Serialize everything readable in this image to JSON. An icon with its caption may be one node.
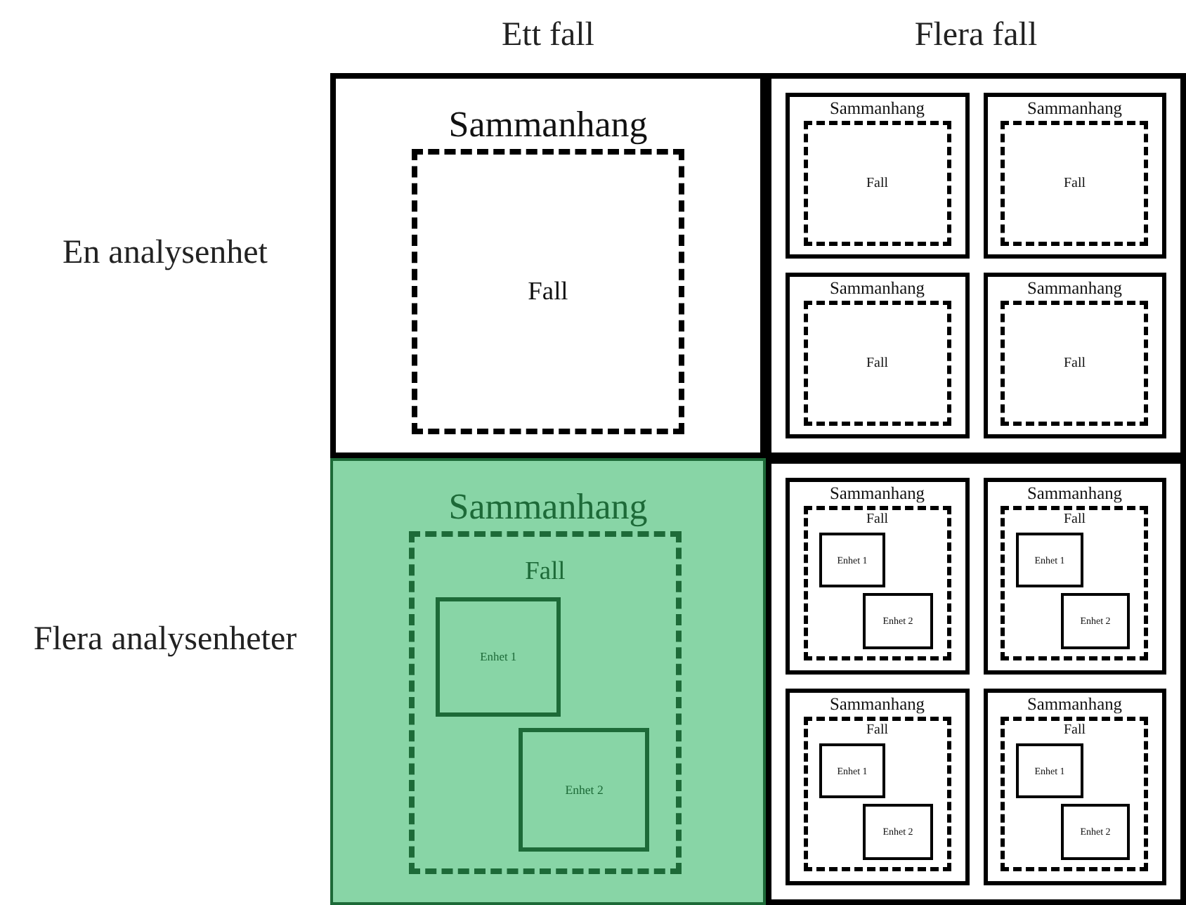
{
  "diagram": {
    "nodes": [
      {
        "text": [
          "Sammanhang"
        ]
      },
      {
        "text": [
          "Fall"
        ],
        "in": 0
      },
      {
        "text": [],
        "shape": "box"
      },
      {
        "text": [
          "Sammanhang"
        ],
        "in": 2
      },
      {
        "text": [
          "Fall"
        ],
        "in": 3
      },
      {
        "text": [
          "Sammanhang"
        ],
        "in": 2
      },
      {
        "text": [
          "Fall"
        ],
        "in": 5
      },
      {
        "text": [
          "Sammanhang"
        ],
        "in": 2
      },
      {
        "text": [
          "Fall"
        ],
        "in": 7
      },
      {
        "text": [
          "Sammanhang"
        ],
        "in": 2
      },
      {
        "text": [
          "Fall"
        ],
        "in": 9
      },
      {
        "text": [
          "Sammanhang"
        ]
      },
      {
        "text": [
          "Fall"
        ],
        "in": 11
      },
      {
        "text": [
          "Enhet 1"
        ],
        "in": 12
      },
      {
        "text": [
          "Enhet 2"
        ],
        "in": 12
      },
      {
        "text": [],
        "shape": "box"
      },
      {
        "text": [
          "Sammanhang"
        ],
        "in": 15
      },
      {
        "text": [
          "Fall"
        ],
        "in": 16
      },
      {
        "text": [
          "Enhet 1"
        ],
        "in": 17
      },
      {
        "text": [
          "Enhet 2"
        ],
        "in": 17
      },
      {
        "text": [
          "Sammanhang"
        ],
        "in": 15
      },
      {
        "text": [
          "Fall"
        ],
        "in": 20
      },
      {
        "text": [
          "Enhet 1"
        ],
        "in": 21
      },
      {
        "text": [
          "Enhet 2"
        ],
        "in": 21
      },
      {
        "text": [
          "Sammanhang"
        ],
        "in": 15
      },
      {
        "text": [
          "Fall"
        ],
        "in": 24
      },
      {
        "text": [
          "Enhet 1"
        ],
        "in": 25
      },
      {
        "text": [
          "Enhet 2"
        ],
        "in": 25
      },
      {
        "text": [
          "Sammanhang"
        ],
        "in": 15
      },
      {
        "text": [
          "Fall"
        ],
        "in": 28
      },
      {
        "text": [
          "Enhet 1"
        ],
        "in": 29
      },
      {
        "text": [
          "Enhet 2"
        ],
        "in": 29
      }
    ],
    "labels": [
      "Ett fall",
      "Flera fall",
      "En analysenhet",
      "Flera analysenheter"
    ]
  }
}
